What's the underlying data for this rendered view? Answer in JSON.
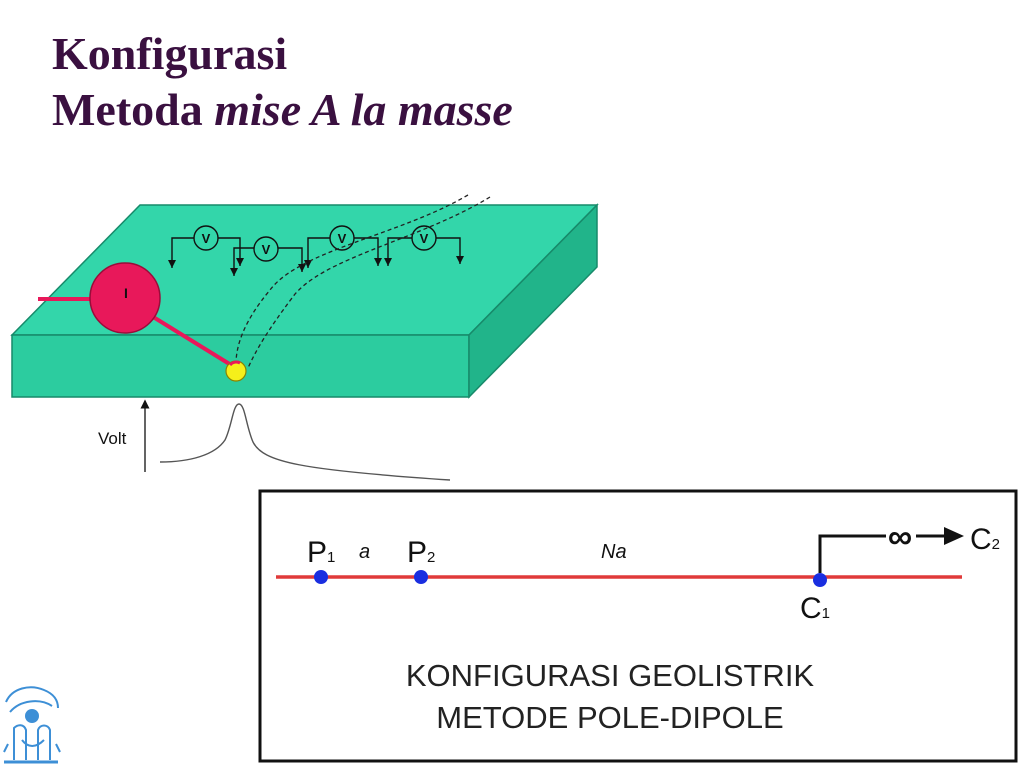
{
  "title": {
    "line1": "Konfigurasi",
    "line2_normal": "Metoda ",
    "line2_italic": "mise A la masse"
  },
  "block_diagram": {
    "current_source_label": "I",
    "voltmeter_label": "V",
    "axis_label": "Volt",
    "colors": {
      "block_top": "#33d6aa",
      "block_side": "#21b48a",
      "source": "#e8185a",
      "electrode": "#f5ef1a"
    }
  },
  "pole_dipole": {
    "p1": {
      "main": "P",
      "sub": "1"
    },
    "p2": {
      "main": "P",
      "sub": "2"
    },
    "c1": {
      "main": "C",
      "sub": "1"
    },
    "c2": {
      "main": "C",
      "sub": "2"
    },
    "spacing_a": "a",
    "spacing_na": "Na",
    "infinity": "∞",
    "caption_line1": "KONFIGURASI GEOLISTRIK",
    "caption_line2": "METODE POLE-DIPOLE",
    "colors": {
      "line": "#e03a3a",
      "electrode": "#1a2ee0"
    }
  },
  "logo": {
    "icon": "institution-logo-icon",
    "color": "#3d8fd6"
  }
}
